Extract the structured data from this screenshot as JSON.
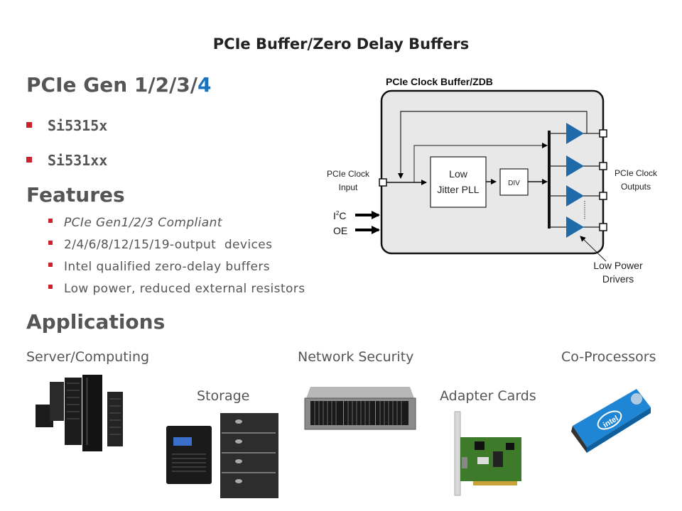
{
  "slide": {
    "title": "PCIe Buffer/Zero Delay Buffers"
  },
  "left": {
    "gen_heading_prefix": "PCIe Gen 1/2/3/",
    "gen_heading_accent": "4",
    "parts": [
      "Si5315x",
      "Si531xx"
    ],
    "features_heading": "Features",
    "features": [
      "PCIe Gen1/2/3 Compliant",
      "2/4/6/8/12/15/19-output  devices",
      "Intel qualified zero-delay buffers",
      "Low power, reduced external resistors"
    ],
    "applications_heading": "Applications"
  },
  "diagram": {
    "title": "PCIe Clock Buffer/ZDB",
    "input_label_line1": "PCIe Clock",
    "input_label_line2": "Input",
    "i2c_label": "I",
    "i2c_sup": "2",
    "i2c_suffix": "C",
    "oe_label": "OE",
    "pll_line1": "Low",
    "pll_line2": "Jitter PLL",
    "div_label": "DIV",
    "output_label_line1": "PCIe Clock",
    "output_label_line2": "Outputs",
    "drivers_line1": "Low Power",
    "drivers_line2": "Drivers",
    "driver_count": 4,
    "colors": {
      "driver": "#1f6aa8",
      "box_fill": "#e8e8e8"
    }
  },
  "applications": [
    {
      "label": "Server/Computing",
      "image": "server-racks-image"
    },
    {
      "label": "Storage",
      "image": "storage-units-image"
    },
    {
      "label": "Network Security",
      "image": "network-appliance-image"
    },
    {
      "label": "Adapter Cards",
      "image": "adapter-card-image"
    },
    {
      "label": "Co-Processors",
      "image": "intel-coprocessor-card-image"
    }
  ],
  "colors": {
    "accent": "#1a73c0",
    "bullet": "#d0202e"
  }
}
